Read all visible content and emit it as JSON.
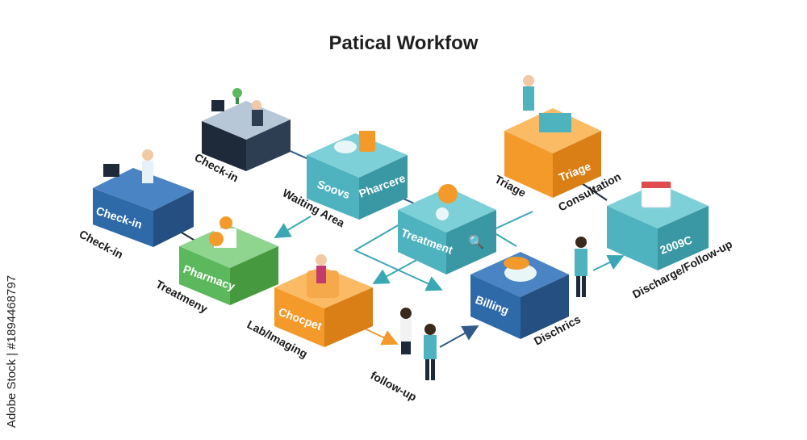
{
  "title": "Patical Workfow",
  "watermark": "Adobe Stock | #1894468797",
  "colors": {
    "blue": "#2f6aa8",
    "teal": "#4fb3bf",
    "green": "#5cb85c",
    "orange": "#f39a2b",
    "arrow": "#3aa7b5",
    "dark": "#1b2b3a"
  },
  "nodes": {
    "checkin_box": "Check-in",
    "pharmacy_box": "Pharmacy",
    "chocpet_box": "Chocpet",
    "soovs_box_left": "Soovs",
    "soovs_box_right": "Pharcere",
    "treatment_box": "Treatment",
    "billing_box": "Billing",
    "triage_box": "Triage",
    "discharge_box": "2009C"
  },
  "labels": {
    "checkin_top": "Check-in",
    "checkin_left": "Check-in",
    "waiting_area": "Waiting Area",
    "treatmeny": "Treatmeny",
    "lab_imaging": "Lab/Imaging",
    "follow_up": "follow-up",
    "triage": "Triage",
    "consultation": "Consultation",
    "dischrics": "Dischrics",
    "discharge_follow_up": "Discharge/Follow-up"
  }
}
